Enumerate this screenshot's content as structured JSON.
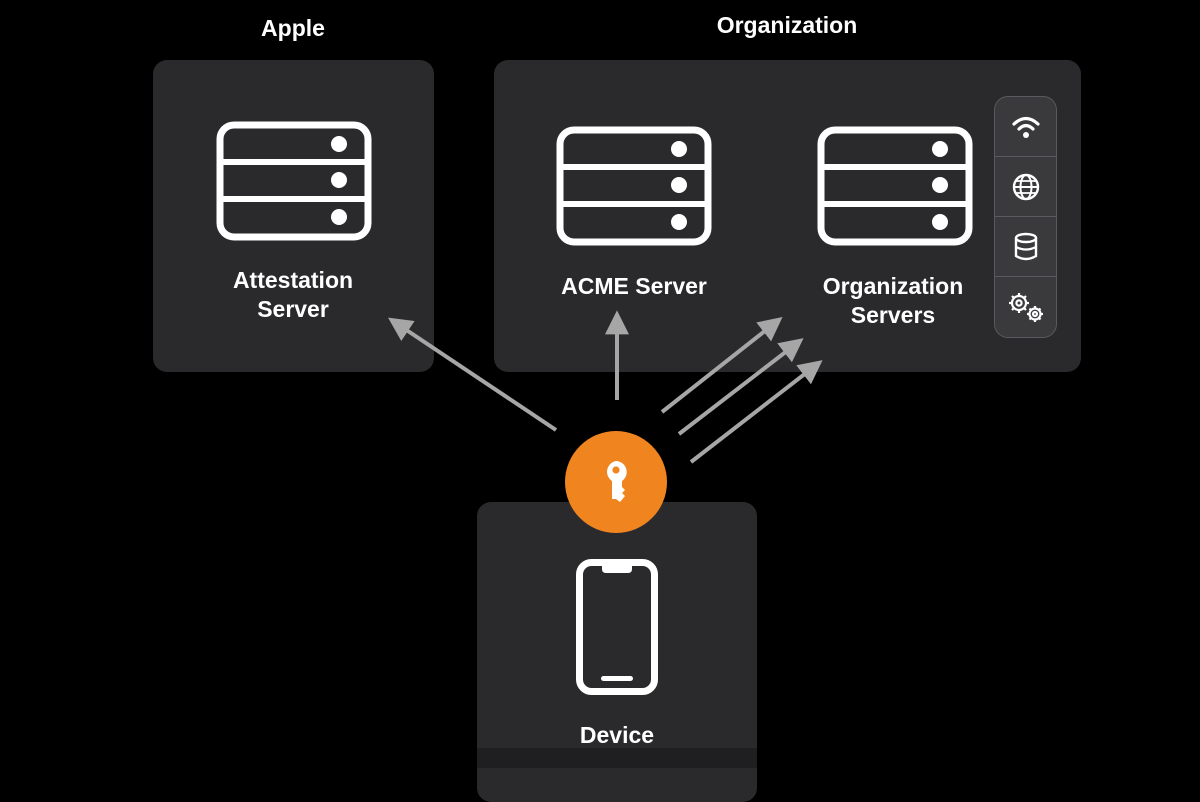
{
  "groups": {
    "apple": "Apple",
    "organization": "Organization"
  },
  "nodes": {
    "attestation_server": {
      "line1": "Attestation",
      "line2": "Server"
    },
    "acme_server": "ACME Server",
    "organization_servers": {
      "line1": "Organization",
      "line2": "Servers"
    },
    "device": "Device"
  },
  "toolbar_icons": [
    "wifi-icon",
    "globe-icon",
    "database-icon",
    "gears-icon"
  ],
  "colors": {
    "background": "#000000",
    "panel": "#2a2a2c",
    "key_badge": "#f0851f",
    "arrow": "#a6a6a6"
  }
}
